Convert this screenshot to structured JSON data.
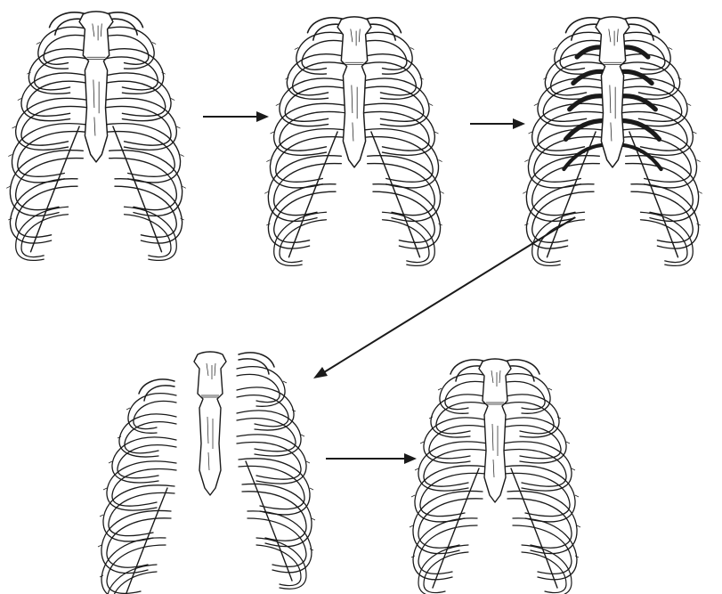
{
  "figure": {
    "background": "#ffffff",
    "ink_color": "#1a1a1a",
    "stages": [
      {
        "id": "stage-1",
        "state": "intact-rib-cage",
        "shaded_cartilage": false,
        "split": false
      },
      {
        "id": "stage-2",
        "state": "intact-rib-cage",
        "shaded_cartilage": false,
        "split": false
      },
      {
        "id": "stage-3",
        "state": "costal-cartilage-removed",
        "shaded_cartilage": true,
        "split": false
      },
      {
        "id": "stage-4",
        "state": "rib-cage-split-open",
        "shaded_cartilage": false,
        "split": true
      },
      {
        "id": "stage-5",
        "state": "rib-cage-reconstructed",
        "shaded_cartilage": false,
        "split": false
      }
    ],
    "arrows": [
      {
        "id": "arrow-1-2",
        "from": "stage-1",
        "to": "stage-2"
      },
      {
        "id": "arrow-2-3",
        "from": "stage-2",
        "to": "stage-3"
      },
      {
        "id": "arrow-3-4",
        "from": "stage-3",
        "to": "stage-4"
      },
      {
        "id": "arrow-4-5",
        "from": "stage-4",
        "to": "stage-5"
      }
    ]
  }
}
